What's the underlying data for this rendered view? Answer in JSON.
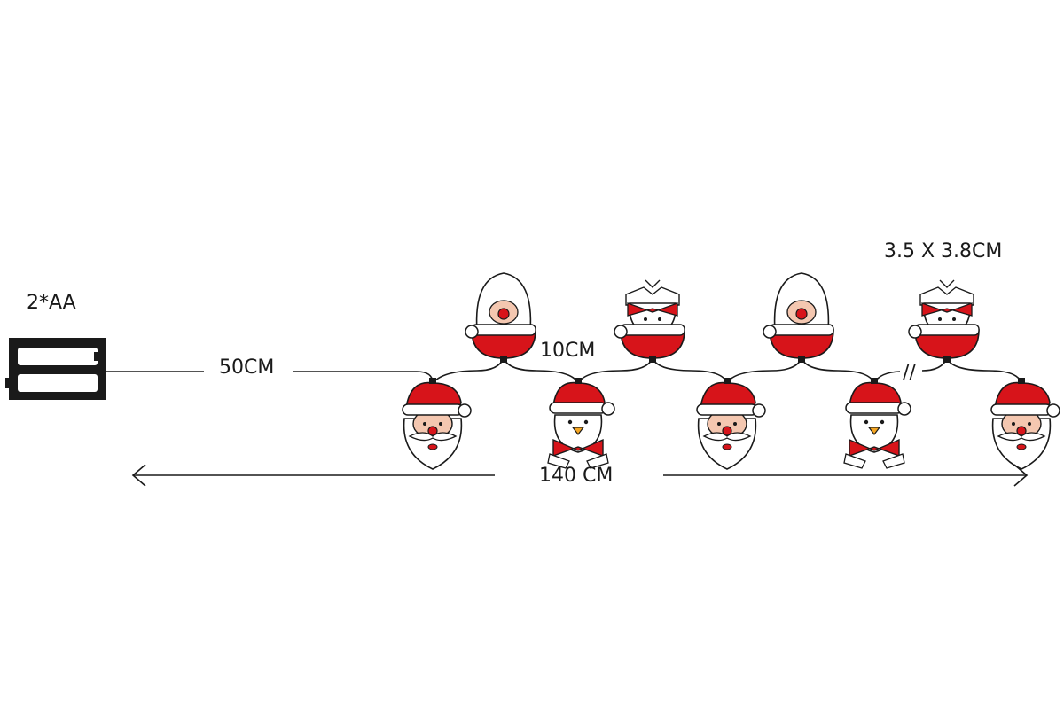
{
  "labels": {
    "battery": "2*AA",
    "lead_length": "50CM",
    "spacing": "10CM",
    "total_length": "140 CM",
    "figure_size": "3.5 X 3.8CM",
    "break_mark": "//"
  },
  "figures": [
    {
      "kind": "santa-hat",
      "row": "bottom"
    },
    {
      "kind": "santa-bag",
      "row": "top"
    },
    {
      "kind": "penguin-hat",
      "row": "bottom"
    },
    {
      "kind": "penguin-bag",
      "row": "top"
    },
    {
      "kind": "santa-hat",
      "row": "bottom"
    },
    {
      "kind": "santa-bag",
      "row": "top"
    },
    {
      "kind": "penguin-hat",
      "row": "bottom"
    },
    {
      "kind": "penguin-bag",
      "row": "top"
    },
    {
      "kind": "santa-hat",
      "row": "bottom"
    }
  ],
  "colors": {
    "red": "#d7141a",
    "outline": "#1a1a1a",
    "skin": "#f4c7b0",
    "beak": "#f5a623",
    "white": "#ffffff"
  }
}
